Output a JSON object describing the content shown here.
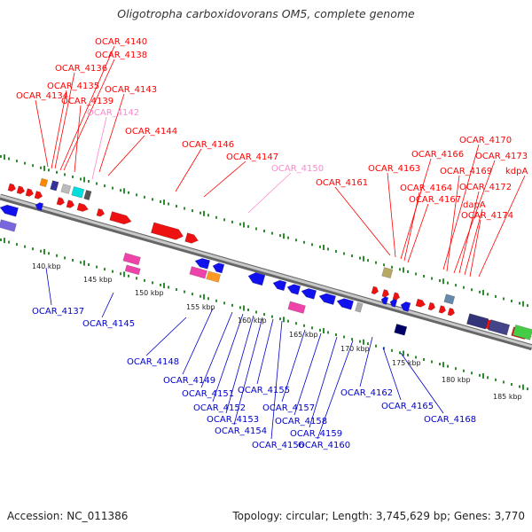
{
  "title": "Oligotropha carboxidovorans OM5, complete genome",
  "footer": {
    "accession": "Accession: NC_011386",
    "summary": "Topology: circular; Length: 3,745,629 bp; Genes: 3,770"
  },
  "colors": {
    "forward_label": "#ff0000",
    "reverse_label": "#0000cc",
    "pseudo_label": "#ff88cc",
    "forward_gene": "#ee1111",
    "reverse_gene": "#1111ee",
    "backbone": "#888888",
    "dots": "#2e8b2e"
  },
  "ticks": [
    "140 kbp",
    "145 kbp",
    "150 kbp",
    "155 kbp",
    "160 kbp",
    "165 kbp",
    "170 kbp",
    "175 kbp",
    "180 kbp",
    "185 kbp"
  ],
  "forward_labels": [
    {
      "text": "OCAR_4140",
      "pseudo": false
    },
    {
      "text": "OCAR_4138",
      "pseudo": false
    },
    {
      "text": "OCAR_4136",
      "pseudo": false
    },
    {
      "text": "OCAR_4135",
      "pseudo": false
    },
    {
      "text": "OCAR_4134",
      "pseudo": false
    },
    {
      "text": "OCAR_4139",
      "pseudo": false
    },
    {
      "text": "OCAR_4143",
      "pseudo": false
    },
    {
      "text": "OCAR_4142",
      "pseudo": true
    },
    {
      "text": "OCAR_4144",
      "pseudo": false
    },
    {
      "text": "OCAR_4146",
      "pseudo": false
    },
    {
      "text": "OCAR_4147",
      "pseudo": false
    },
    {
      "text": "OCAR_4150",
      "pseudo": true
    },
    {
      "text": "OCAR_4161",
      "pseudo": false
    },
    {
      "text": "OCAR_4163",
      "pseudo": false
    },
    {
      "text": "OCAR_4166",
      "pseudo": false
    },
    {
      "text": "OCAR_4164",
      "pseudo": false
    },
    {
      "text": "OCAR_4167",
      "pseudo": false
    },
    {
      "text": "OCAR_4170",
      "pseudo": false
    },
    {
      "text": "OCAR_4169",
      "pseudo": false
    },
    {
      "text": "OCAR_4173",
      "pseudo": false
    },
    {
      "text": "kdpA",
      "pseudo": false
    },
    {
      "text": "OCAR_4172",
      "pseudo": false
    },
    {
      "text": "dapA",
      "pseudo": false
    },
    {
      "text": "OCAR_4174",
      "pseudo": false
    }
  ],
  "reverse_labels": [
    "OCAR_4137",
    "OCAR_4145",
    "OCAR_4148",
    "OCAR_4149",
    "OCAR_4151",
    "OCAR_4152",
    "OCAR_4153",
    "OCAR_4154",
    "OCAR_4155",
    "OCAR_4156",
    "OCAR_4157",
    "OCAR_4158",
    "OCAR_4159",
    "OCAR_4160",
    "OCAR_4162",
    "OCAR_4165",
    "OCAR_4168"
  ]
}
